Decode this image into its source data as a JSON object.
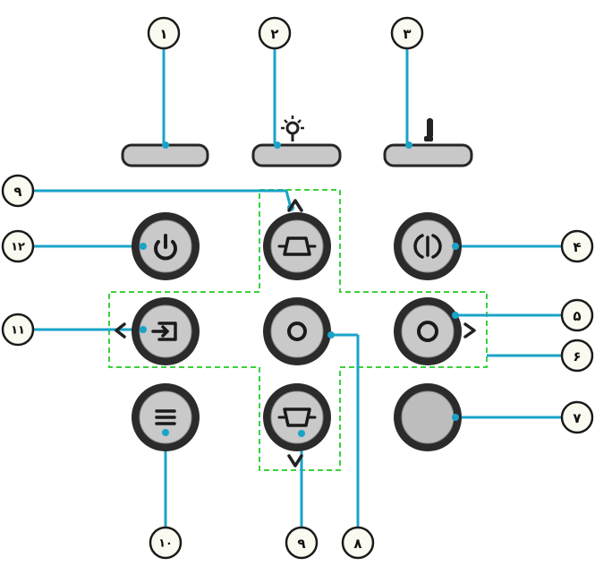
{
  "callouts": {
    "c1": "١",
    "c2": "٢",
    "c3": "٣",
    "c4": "۴",
    "c5": "۵",
    "c6": "۶",
    "c7": "٧",
    "c8": "٨",
    "c9_top": "٩",
    "c9_bottom": "٩",
    "c10": "١٠",
    "c11": "١١",
    "c12": "١٢"
  },
  "leds": [
    "power-led",
    "lamp-led",
    "temperature-led"
  ],
  "buttons": [
    "power-button",
    "keystone-up-button",
    "re-sync-button",
    "source-button",
    "enter-button",
    "right-button",
    "menu-button",
    "keystone-down-button",
    "blank-button"
  ],
  "colors": {
    "leader": "#1aa3c8",
    "dashed_outline": "#3bd13b",
    "button_face": "#c9c9c9",
    "button_ring": "#2b2b2b"
  }
}
